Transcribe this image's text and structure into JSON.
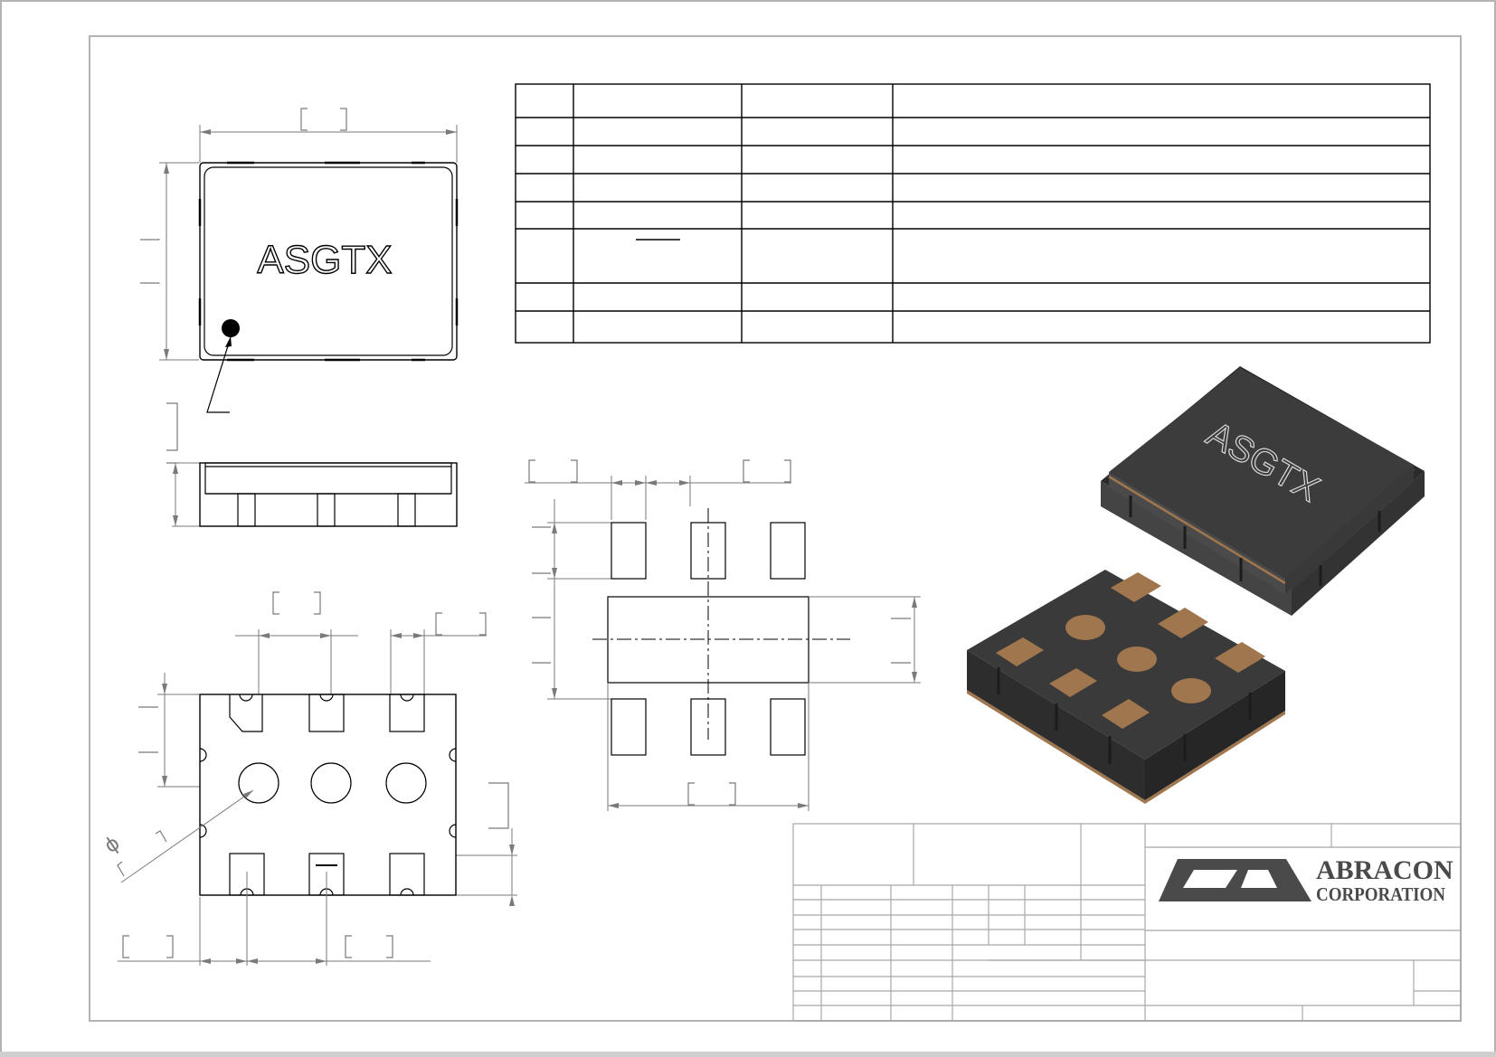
{
  "top_view": {
    "marking": "ASGTX"
  },
  "render_view": {
    "marking": "ASGTX"
  },
  "bottom_view": {
    "diameter_symbol": "ϕ"
  },
  "title_block": {
    "company_line1": "ABRACON",
    "company_line2": "CORPORATION"
  },
  "colors": {
    "package_dark": "#3b3b3b",
    "package_top": "#444444",
    "pad_copper": "#a0764f",
    "frame": "#b3b3b3",
    "logo": "#4a4a4a"
  }
}
